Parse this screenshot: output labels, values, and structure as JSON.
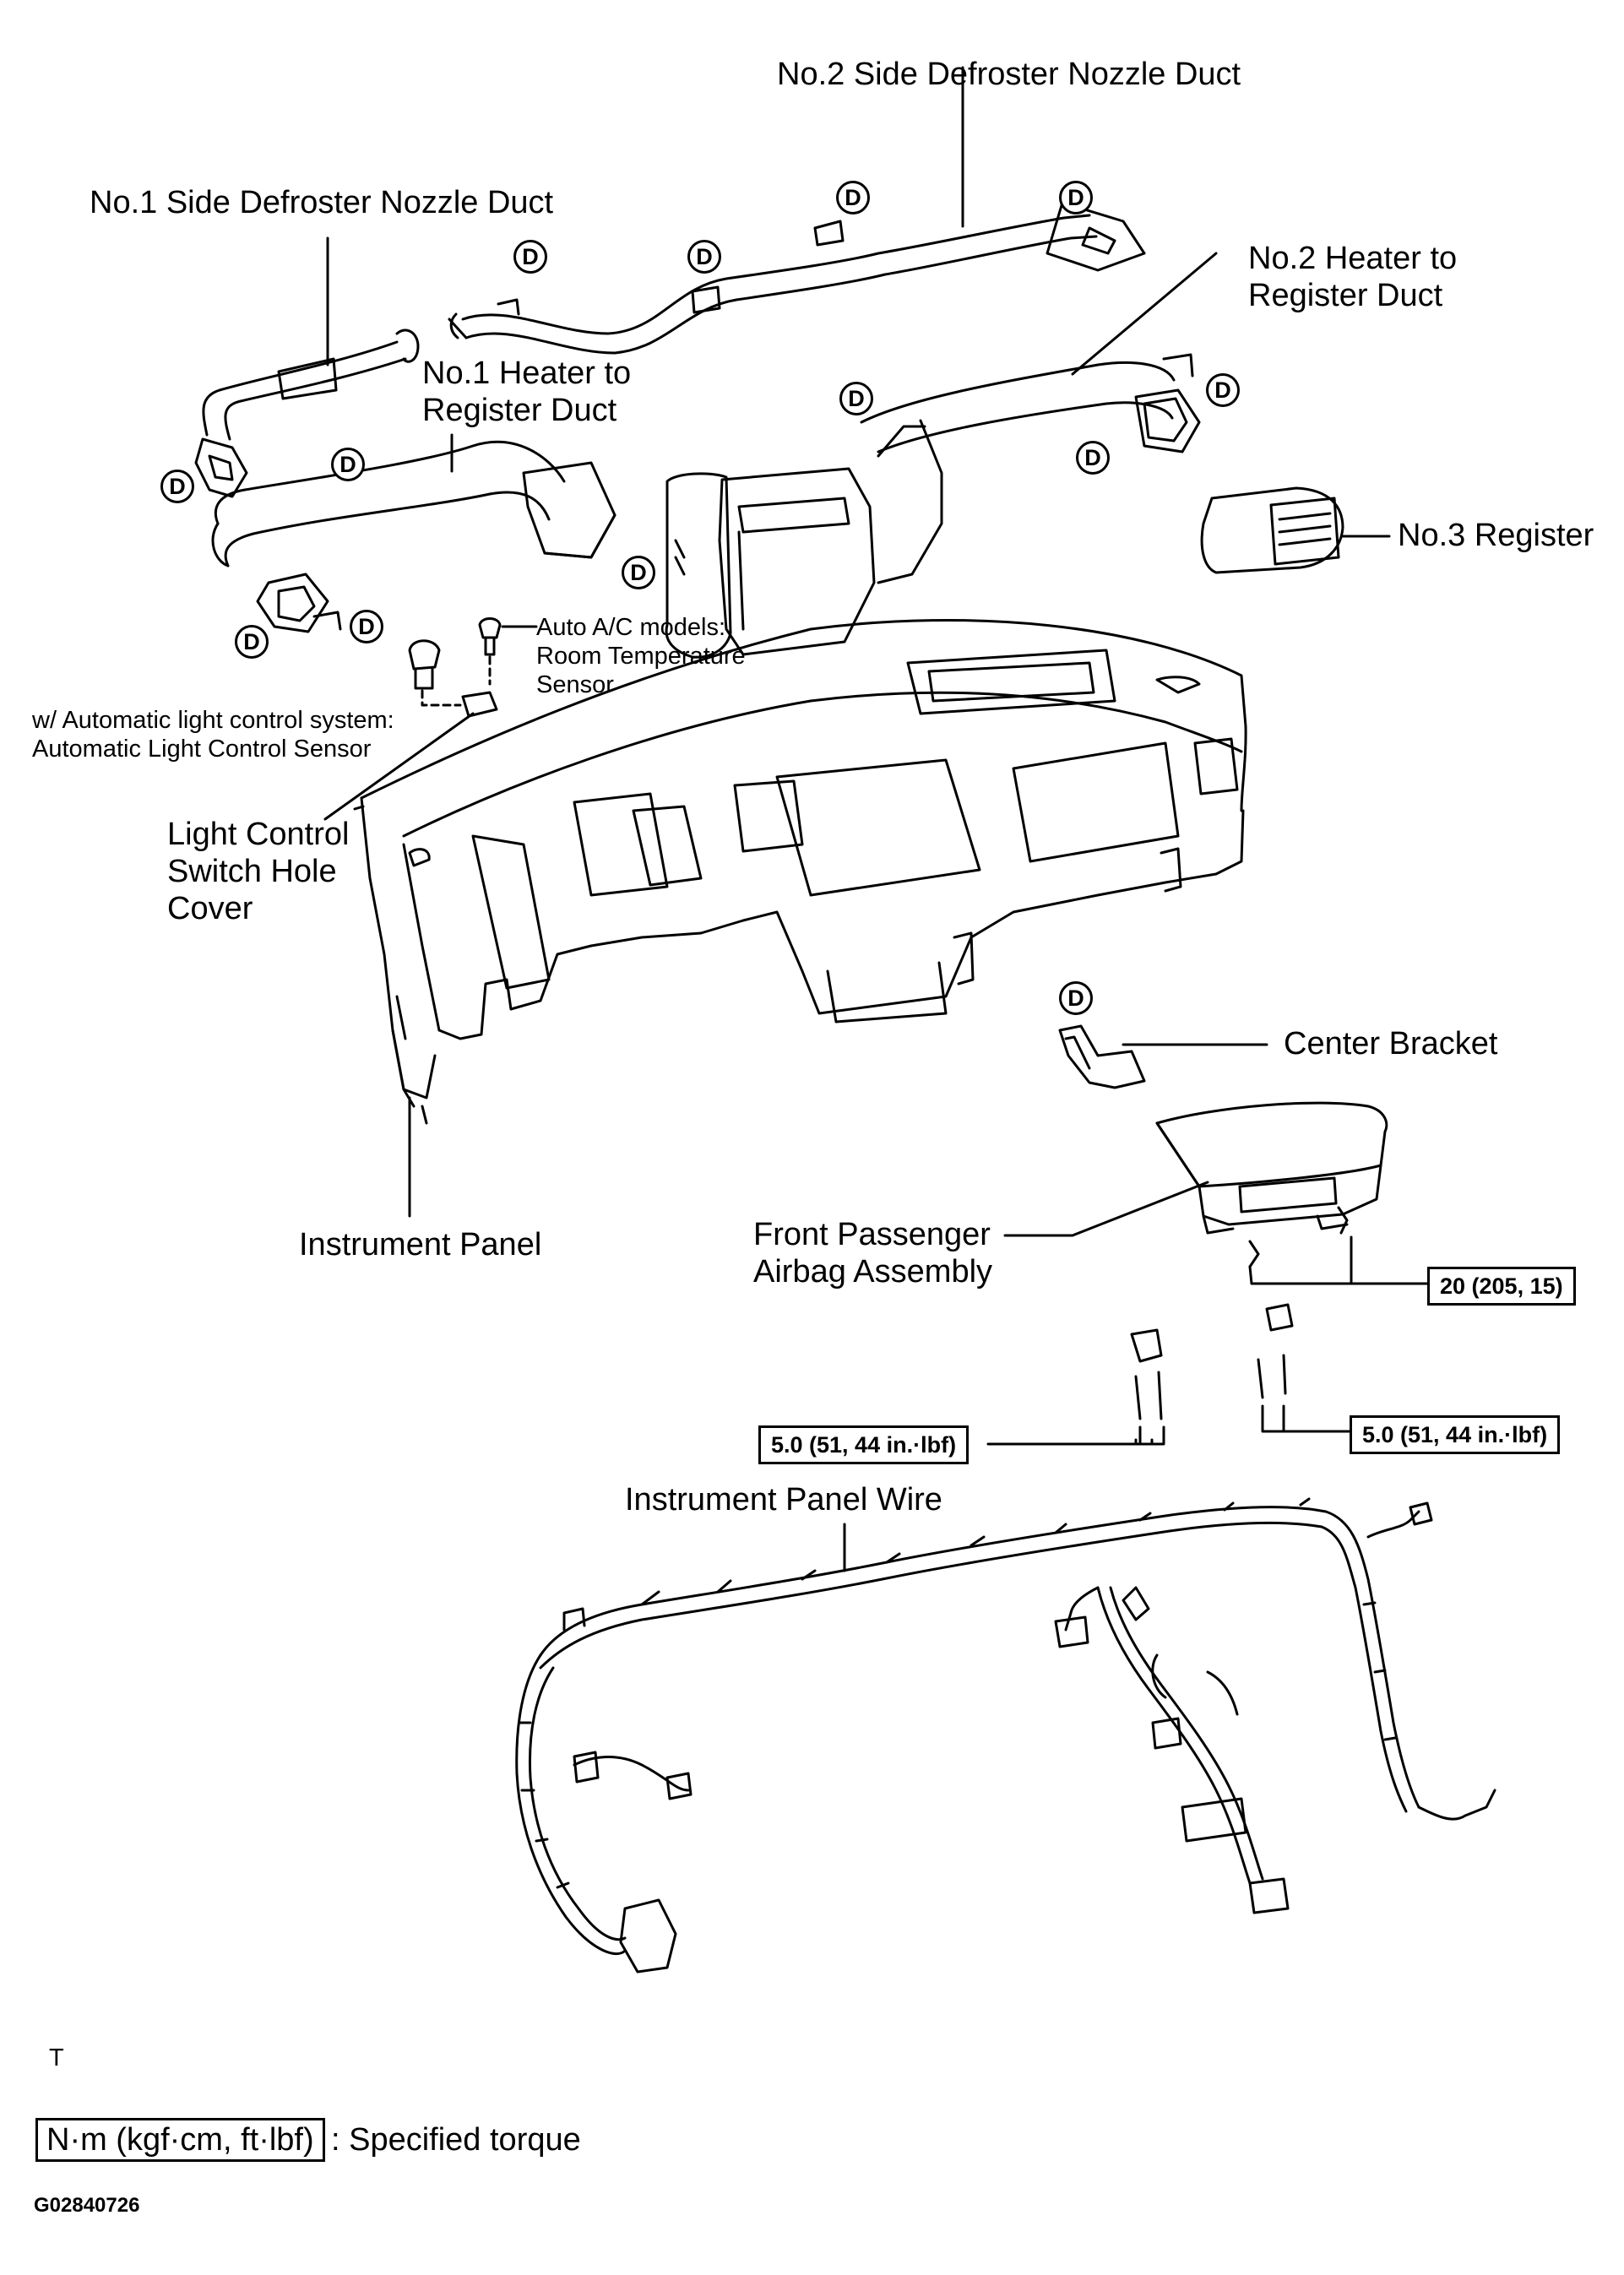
{
  "labels": {
    "no2_side_defroster": "No.2 Side Defroster Nozzle Duct",
    "no1_side_defroster": "No.1 Side Defroster Nozzle Duct",
    "no2_heater_duct": "No.2 Heater to\nRegister Duct",
    "no1_heater_duct": "No.1 Heater to\nRegister Duct",
    "no3_register": "No.3 Register",
    "auto_ac_sensor": "Auto A/C models:\nRoom Temperature\nSensor",
    "light_control_sensor": "w/ Automatic light control system:\nAutomatic Light Control Sensor",
    "light_switch_cover": "Light Control\nSwitch Hole\nCover",
    "center_bracket": "Center Bracket",
    "instrument_panel": "Instrument Panel",
    "airbag_assembly": "Front Passenger\nAirbag Assembly",
    "instrument_panel_wire": "Instrument Panel Wire"
  },
  "torques": {
    "airbag": "20 (205, 15)",
    "left_bracket": "5.0 (51, 44 in.·lbf)",
    "right_bracket": "5.0 (51, 44 in.·lbf)"
  },
  "mark_letter": "D",
  "orientation_mark": "T",
  "legend": {
    "unit_box": "N·m (kgf·cm, ft·lbf)",
    "description": ": Specified torque"
  },
  "figure_code": "G02840726"
}
